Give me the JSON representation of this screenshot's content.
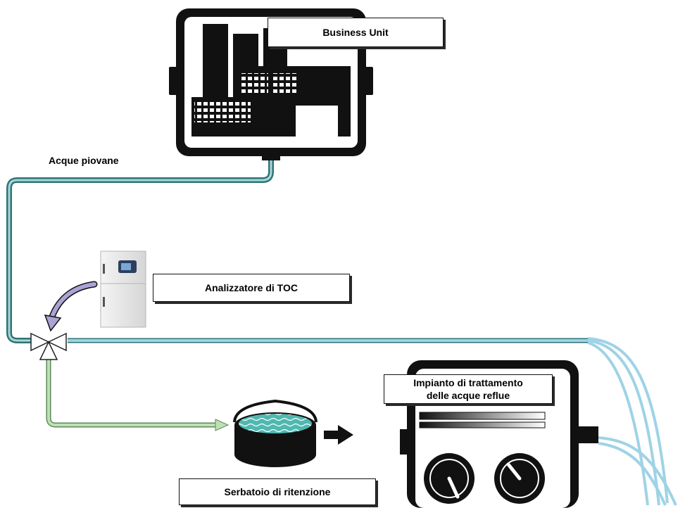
{
  "labels": {
    "business_unit": "Business Unit",
    "rain_water": "Acque piovane",
    "toc_analyzer": "Analizzatore di TOC",
    "treatment_plant": "Impianto di trattamento\ndelle acque reflue",
    "retention_tank": "Serbatoio di ritenzione"
  },
  "colors": {
    "main_pipe": "#2e7476",
    "main_pipe_highlight": "#a9d6d8",
    "outflow_pipe": "#9fd3e6",
    "retention_pipe": "#bfe0b4",
    "valve_arrow": "#a9a3d6",
    "water": "#4fb8b1"
  },
  "icons": {
    "building": "factory-building-icon",
    "analyzer": "analyzer-cabinet-icon",
    "valve": "three-way-valve-icon",
    "tank": "retention-tank-icon",
    "plant": "treatment-plant-icon",
    "arrow": "flow-arrow-icon"
  }
}
